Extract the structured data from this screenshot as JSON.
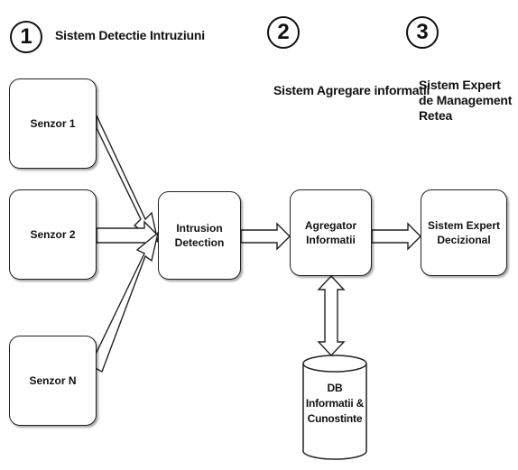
{
  "steps": [
    {
      "number": "1",
      "title": "Sistem Detectie Intruziuni"
    },
    {
      "number": "2",
      "title_line1": "Sistem Agregare",
      "title_line2": "informatii"
    },
    {
      "number": "3",
      "title_line1": "Sistem Expert de",
      "title_line2": "Management Retea"
    }
  ],
  "sensors": [
    "Senzor 1",
    "Senzor 2",
    "Senzor N"
  ],
  "intrusion_detection": {
    "line1": "Intrusion",
    "line2": "Detection"
  },
  "agregator": {
    "line1": "Agregator",
    "line2": "Informatii"
  },
  "expert": {
    "line1": "Sistem Expert",
    "line2": "Decizional"
  },
  "db": {
    "line1": "DB",
    "line2": "Informatii",
    "line3": "&",
    "line4": "Cunostinte"
  }
}
